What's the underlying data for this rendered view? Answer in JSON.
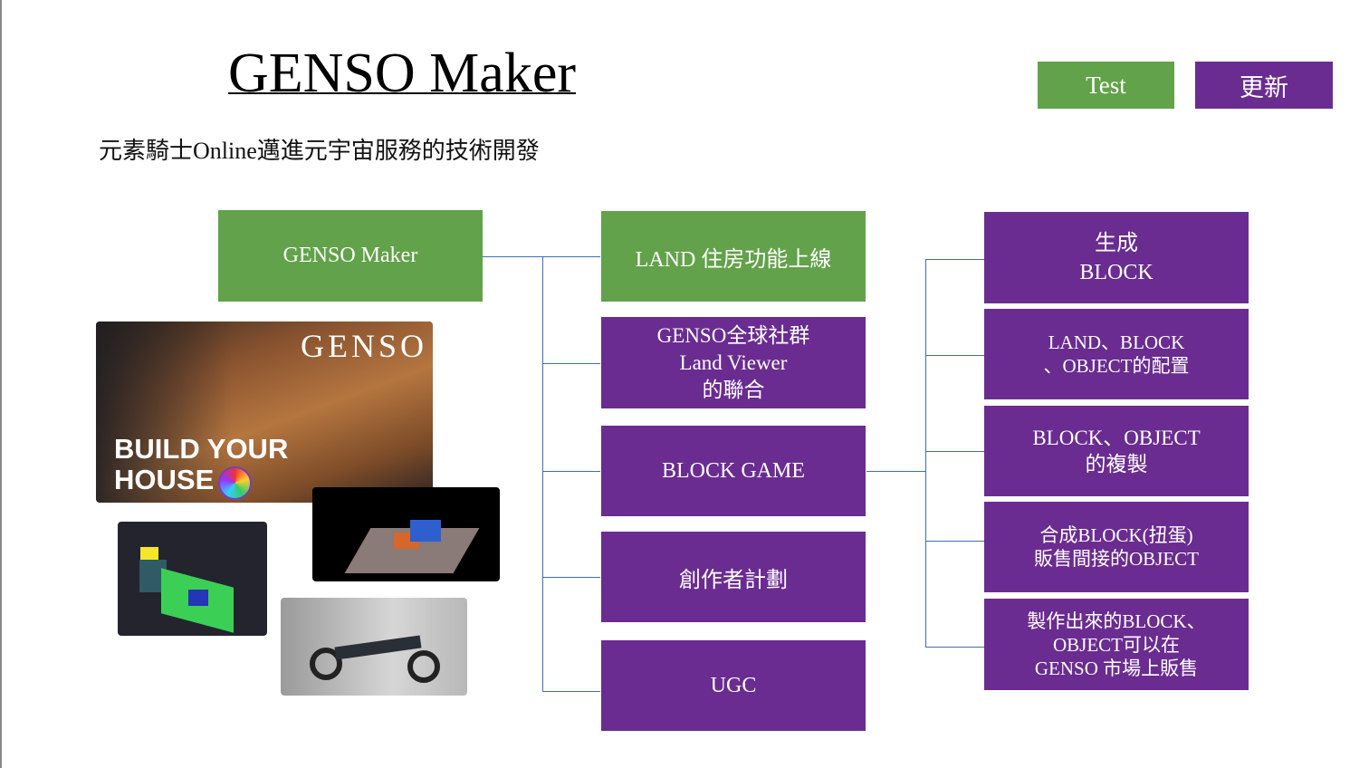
{
  "header": {
    "title": "GENSO Maker",
    "subtitle": "元素騎士Online邁進元宇宙服務的技術開發"
  },
  "toolbar": {
    "test_label": "Test",
    "update_label": "更新"
  },
  "diagram": {
    "root": "GENSO Maker",
    "middle": [
      "LAND 住房功能上線",
      "GENSO全球社群\nLand Viewer\n的聯合",
      "BLOCK GAME",
      "創作者計劃",
      "UGC"
    ],
    "right": [
      "生成\nBLOCK",
      "LAND、BLOCK\n、OBJECT的配置",
      "BLOCK、OBJECT\n的複製",
      "合成BLOCK(扭蛋)\n販售間接的OBJECT",
      "製作出來的BLOCK、\nOBJECT可以在\nGENSO 市場上販售"
    ]
  },
  "images": {
    "house_logo": "GENSO",
    "house_caption": "BUILD YOUR\nHOUSE"
  },
  "colors": {
    "green": "#62a24a",
    "purple": "#6a2c90",
    "connector": "#3d6fb5"
  }
}
